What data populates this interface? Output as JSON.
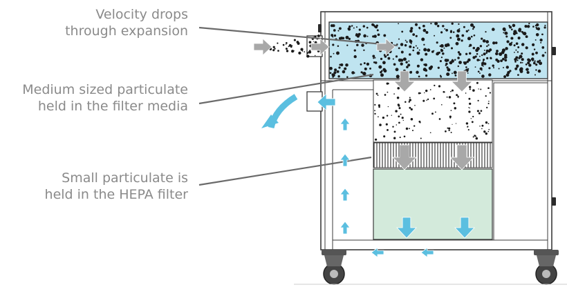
{
  "labels": {
    "velocity_line1": "Velocity drops",
    "velocity_line2": "through expansion",
    "medium_line1": "Medium sized particulate",
    "medium_line2": "held in the filter media",
    "small_line1": "Small particulate is",
    "small_line2": "held in the HEPA filter"
  },
  "colors": {
    "text": "#8a8a8a",
    "cabinet_stroke": "#3a3a3a",
    "pre_filter_fill": "#bfe4f0",
    "hepa_fill": "#d3eadb",
    "particle": "#1a1a1a",
    "grey_arrow": "#a8a8a8",
    "blue_arrow": "#5bbfe0",
    "leader_line": "#6a6a6a"
  },
  "components": [
    "pre-filter",
    "filter-media-chamber",
    "hepa-pleats",
    "hepa-filter",
    "return-duct",
    "casters"
  ]
}
